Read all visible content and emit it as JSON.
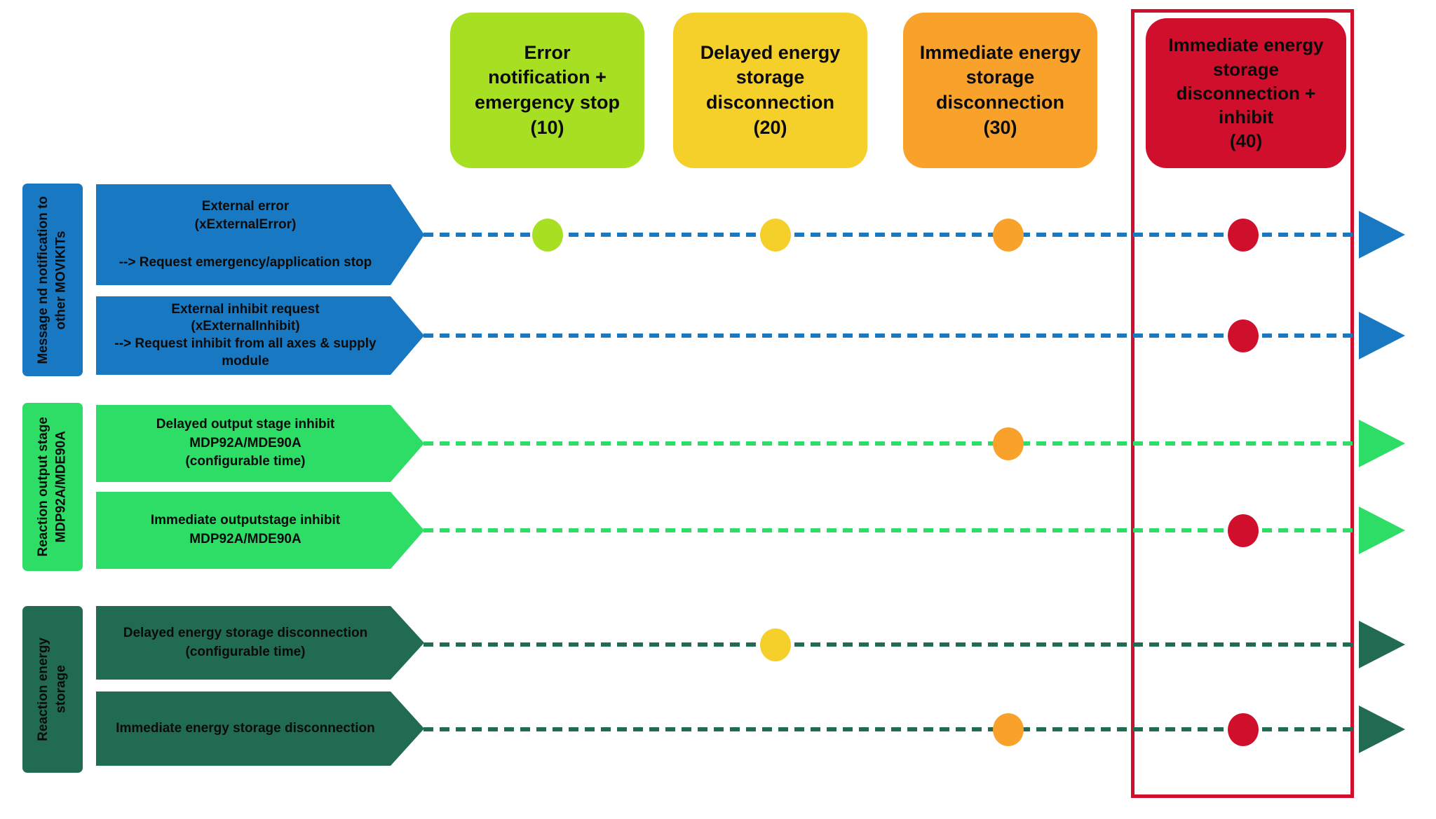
{
  "colors": {
    "severity10": "#a7e022",
    "severity20": "#f5d02b",
    "severity30": "#f9a22b",
    "severity40": "#d00f2c",
    "blue": "#1878c2",
    "green": "#2edd66",
    "dark_green": "#206b51",
    "frame": "#d00f2c"
  },
  "columns": [
    {
      "id": "10",
      "label": "Error\nnotification +\nemergency stop\n(10)"
    },
    {
      "id": "20",
      "label": "Delayed energy\nstorage\ndisconnection\n(20)"
    },
    {
      "id": "30",
      "label": "Immediate energy\nstorage\ndisconnection\n(30)"
    },
    {
      "id": "40",
      "label": "Immediate energy\nstorage\ndisconnection +\ninhibit\n(40)"
    }
  ],
  "sidebar": [
    {
      "label": "Message nd notification to\nother MOVIKITs"
    },
    {
      "label": "Reaction output stage\nMDP92A/MDE90A"
    },
    {
      "label": "Reaction energy\nstorage"
    }
  ],
  "rows": [
    {
      "label": "External error\n(xExternalError)\n\n--> Request emergency/application stop",
      "group": "message-notification",
      "dots": [
        "10",
        "20",
        "30",
        "40"
      ]
    },
    {
      "label": "External inhibit request\n(xExternalInhibit)\n--> Request inhibit from all axes & supply\nmodule",
      "group": "message-notification",
      "dots": [
        "40"
      ]
    },
    {
      "label": "Delayed output stage inhibit\nMDP92A/MDE90A\n(configurable time)",
      "group": "reaction-output-stage",
      "dots": [
        "30"
      ]
    },
    {
      "label": "Immediate outputstage inhibit\nMDP92A/MDE90A",
      "group": "reaction-output-stage",
      "dots": [
        "40"
      ]
    },
    {
      "label": "Delayed energy storage disconnection\n(configurable time)",
      "group": "reaction-energy-storage",
      "dots": [
        "20"
      ]
    },
    {
      "label": "Immediate energy storage disconnection",
      "group": "reaction-energy-storage",
      "dots": [
        "30",
        "40"
      ]
    }
  ]
}
